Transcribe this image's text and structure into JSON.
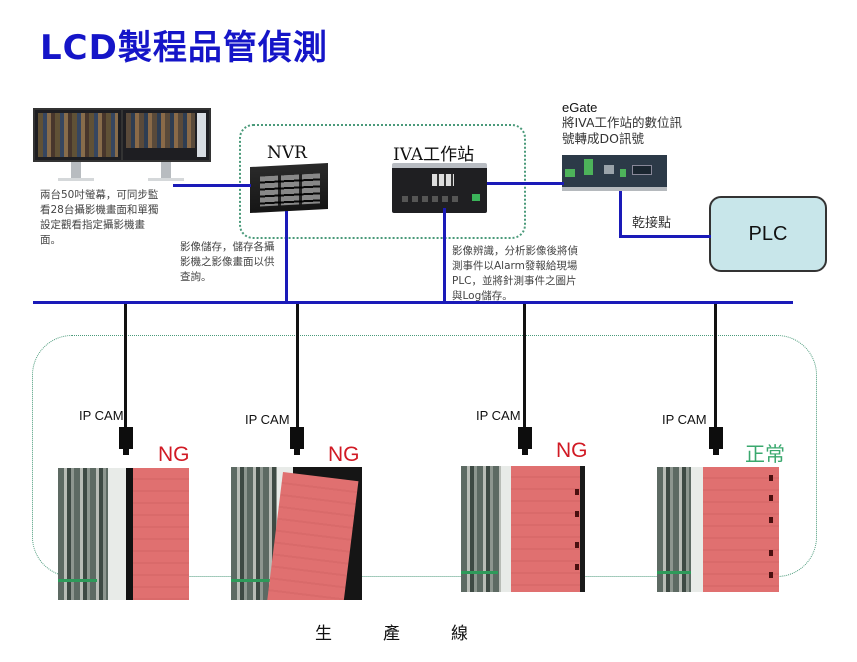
{
  "title": "LCD製程品管偵測",
  "monitors": {
    "description": "兩台50吋螢幕，可同步監看28台攝影機畫面和單獨設定觀看指定攝影機畫面。"
  },
  "nvr": {
    "label": "NVR",
    "description": "影像儲存，儲存各攝影機之影像畫面以供查詢。"
  },
  "iva": {
    "label": "IVA工作站",
    "description_lines": [
      "影像辨識，分析影像後將偵",
      "測事件以Alarm發報給現場",
      "PLC，並將針測事件之圖片",
      "與Log儲存。"
    ]
  },
  "egate": {
    "label": "eGate",
    "description_lines": [
      "將IVA工作站的數位訊",
      "號轉成DO訊號"
    ]
  },
  "dry_contact_label": "乾接點",
  "plc": {
    "label": "PLC"
  },
  "cameras": [
    {
      "label": "IP CAM",
      "status": "NG",
      "status_type": "ng"
    },
    {
      "label": "IP CAM",
      "status": "NG",
      "status_type": "ng"
    },
    {
      "label": "IP CAM",
      "status": "NG",
      "status_type": "ng"
    },
    {
      "label": "IP CAM",
      "status": "正常",
      "status_type": "ok"
    }
  ],
  "production_line_label": "生　　　產　　　線",
  "colors": {
    "title": "#1515c8",
    "network_line": "#1a1ab8",
    "ng": "#d11a24",
    "ok": "#3aa86e",
    "plc_fill": "#c8e6ea",
    "dotted_border": "#4a9a7a"
  }
}
